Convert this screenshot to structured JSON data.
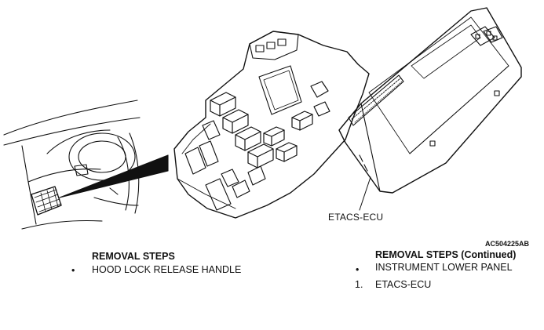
{
  "figure": {
    "callout_label": "ETACS-ECU",
    "figure_code": "AC504225AB"
  },
  "left_steps": {
    "title": "REMOVAL STEPS",
    "items": [
      {
        "marker": "•",
        "label": "HOOD LOCK RELEASE HANDLE"
      }
    ]
  },
  "right_steps": {
    "title": "REMOVAL STEPS",
    "title_suffix": "(Continued)",
    "items": [
      {
        "marker": "•",
        "label": "INSTRUMENT LOWER PANEL"
      },
      {
        "marker": "1.",
        "label": "ETACS-ECU"
      }
    ]
  }
}
